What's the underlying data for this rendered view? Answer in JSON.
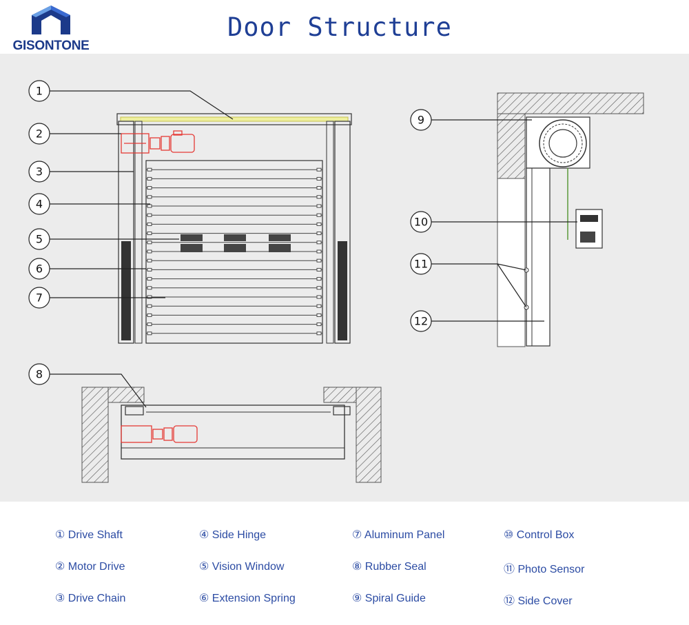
{
  "header": {
    "logo_text": "GISONTONE",
    "title": "Door Structure"
  },
  "callouts": [
    "1",
    "2",
    "3",
    "4",
    "5",
    "6",
    "7",
    "8",
    "9",
    "10",
    "11",
    "12"
  ],
  "legend": [
    {
      "label": "① Drive Shaft"
    },
    {
      "label": "② Motor Drive"
    },
    {
      "label": "③ Drive Chain"
    },
    {
      "label": "④ Side Hinge"
    },
    {
      "label": "⑤ Vision Window"
    },
    {
      "label": "⑥ Extension Spring"
    },
    {
      "label": "⑦ Aluminum Panel"
    },
    {
      "label": "⑧ Rubber Seal"
    },
    {
      "label": "⑨ Spiral Guide"
    },
    {
      "label": "⑩  Control Box"
    },
    {
      "label": "⑪ Photo Sensor"
    },
    {
      "label": "⑫ Side Cover"
    }
  ],
  "colors": {
    "title": "#1f3f95",
    "legend_text": "#2b4ba3",
    "motor": "#e53935",
    "shaft": "#e8e24a",
    "diagram_bg": "#ececec",
    "line": "#222222"
  }
}
